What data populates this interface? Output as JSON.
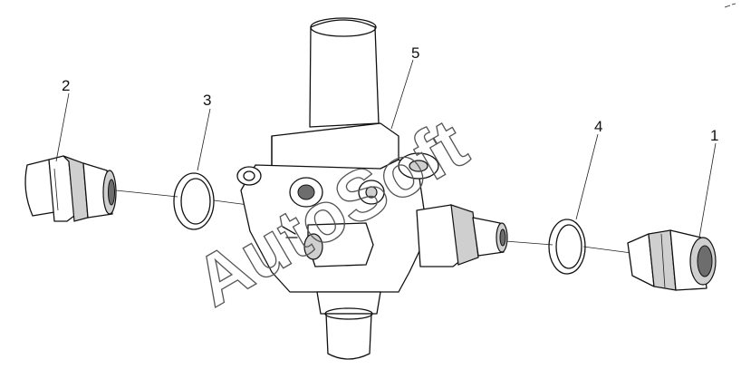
{
  "callouts": {
    "c1": "1",
    "c2": "2",
    "c3": "3",
    "c4": "4",
    "c5": "5"
  },
  "watermark": "AutoSoft",
  "colors": {
    "line": "#111111",
    "fill": "#ffffff",
    "shade": "#cfcfcf",
    "watermark": "#555555"
  }
}
